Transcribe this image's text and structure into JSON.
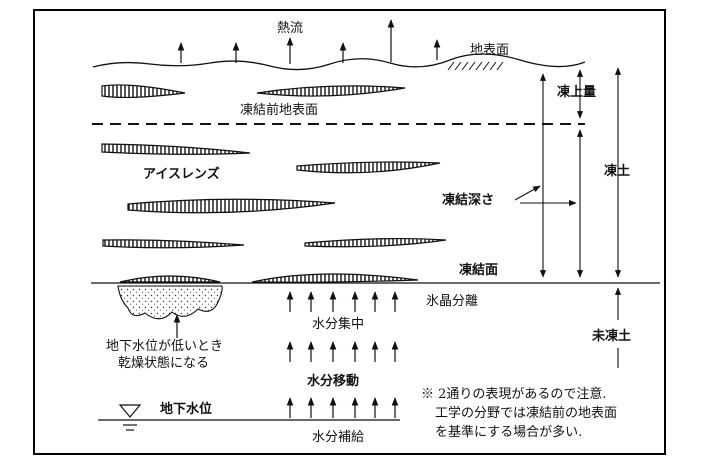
{
  "labels": {
    "heat_flow": "熱流",
    "ground_surface": "地表面",
    "frost_heave": "凍上量",
    "pre_freeze_surface": "凍結前地表面",
    "ice_lens": "アイスレンズ",
    "frozen_soil": "凍土",
    "frost_depth": "凍結深さ",
    "freezing_front": "凍結面",
    "ice_segregation": "氷晶分離",
    "unfrozen_soil": "未凍土",
    "water_concentration": "水分集中",
    "low_water_table_line1": "地下水位が低いとき",
    "low_water_table_line2": "乾燥状態になる",
    "water_migration": "水分移動",
    "groundwater_level": "地下水位",
    "water_supply": "水分補給"
  },
  "note": {
    "line1": "※ 2通りの表現があるので注意.",
    "line2": "工学の分野では凍結前の地表面",
    "line3": "を基準にする場合が多い."
  }
}
